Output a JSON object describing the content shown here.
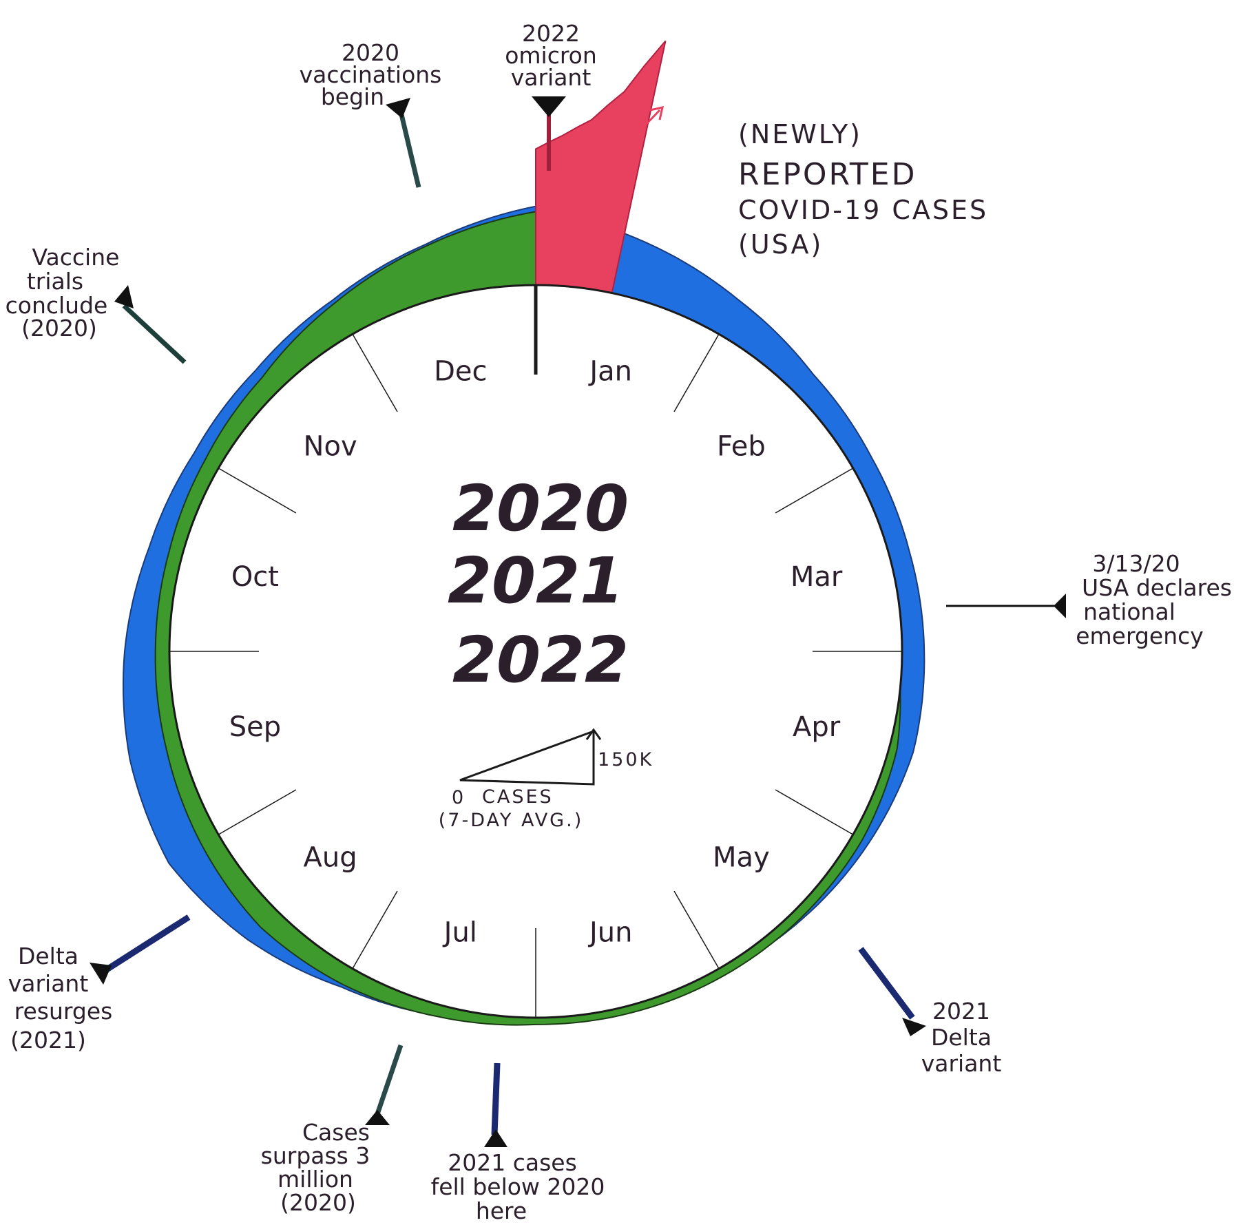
{
  "chart_data": {
    "type": "radial-area",
    "title": [
      "(NEWLY)",
      "REPORTED",
      "COVID-19 CASES",
      "(USA)"
    ],
    "angular_axis": {
      "categories": [
        "Jan",
        "Feb",
        "Mar",
        "Apr",
        "May",
        "Jun",
        "Jul",
        "Aug",
        "Sep",
        "Oct",
        "Nov",
        "Dec"
      ],
      "direction": "clockwise",
      "start": "top"
    },
    "radial_axis": {
      "min": 0,
      "max": 150000,
      "scale_labels": {
        "max": "150K",
        "zero": "0",
        "unit": "CASES",
        "note": "(7-DAY AVG.)"
      }
    },
    "series": [
      {
        "name": "2020",
        "color": "#3f9a2e",
        "points": [
          [
            3.0,
            0
          ],
          [
            3.2,
            500
          ],
          [
            3.5,
            22000
          ],
          [
            4.0,
            30000
          ],
          [
            4.5,
            27000
          ],
          [
            5.0,
            24000
          ],
          [
            5.5,
            21000
          ],
          [
            6.0,
            19000
          ],
          [
            6.5,
            33000
          ],
          [
            7.0,
            52000
          ],
          [
            7.5,
            65000
          ],
          [
            8.0,
            55000
          ],
          [
            8.5,
            44000
          ],
          [
            9.0,
            39000
          ],
          [
            9.5,
            38000
          ],
          [
            10.0,
            44000
          ],
          [
            10.5,
            58000
          ],
          [
            11.0,
            100000
          ],
          [
            11.5,
            150000
          ],
          [
            12.0,
            205000
          ],
          [
            12.2,
            220000
          ]
        ]
      },
      {
        "name": "2021",
        "color": "#1f6fe0",
        "points": [
          [
            0,
            210000
          ],
          [
            0.5,
            160000
          ],
          [
            1.0,
            110000
          ],
          [
            1.5,
            72000
          ],
          [
            2.0,
            60000
          ],
          [
            2.5,
            57000
          ],
          [
            3.0,
            62000
          ],
          [
            3.5,
            68000
          ],
          [
            4.0,
            50000
          ],
          [
            4.5,
            32000
          ],
          [
            5.0,
            15000
          ],
          [
            5.5,
            12000
          ],
          [
            6.0,
            14000
          ],
          [
            6.5,
            30000
          ],
          [
            7.0,
            60000
          ],
          [
            7.5,
            115000
          ],
          [
            8.0,
            160000
          ],
          [
            8.5,
            150000
          ],
          [
            9.0,
            125000
          ],
          [
            9.5,
            95000
          ],
          [
            10.0,
            80000
          ],
          [
            10.5,
            85000
          ],
          [
            11.0,
            110000
          ],
          [
            11.5,
            155000
          ],
          [
            12.0,
            220000
          ]
        ]
      },
      {
        "name": "2022",
        "color": "#e8415f",
        "points": [
          [
            0,
            380000
          ],
          [
            0.1,
            420000
          ],
          [
            0.2,
            470000
          ],
          [
            0.3,
            560000
          ],
          [
            0.4,
            720000
          ]
        ]
      }
    ],
    "annotations": [
      {
        "text": [
          "3/13/20",
          "USA declares",
          "national",
          "emergency"
        ]
      },
      {
        "text": [
          "2021",
          "Delta",
          "variant"
        ]
      },
      {
        "text": [
          "2021 cases",
          "fell below 2020",
          "here"
        ]
      },
      {
        "text": [
          "Cases",
          "surpass 3",
          "million",
          "(2020)"
        ]
      },
      {
        "text": [
          "Delta",
          "variant",
          "resurges",
          "(2021)"
        ]
      },
      {
        "text": [
          "Vaccine",
          "trials",
          "conclude",
          "(2020)"
        ]
      },
      {
        "text": [
          "2020",
          "vaccinations",
          "begin"
        ]
      },
      {
        "text": [
          "2022",
          "omicron",
          "variant"
        ]
      }
    ]
  }
}
